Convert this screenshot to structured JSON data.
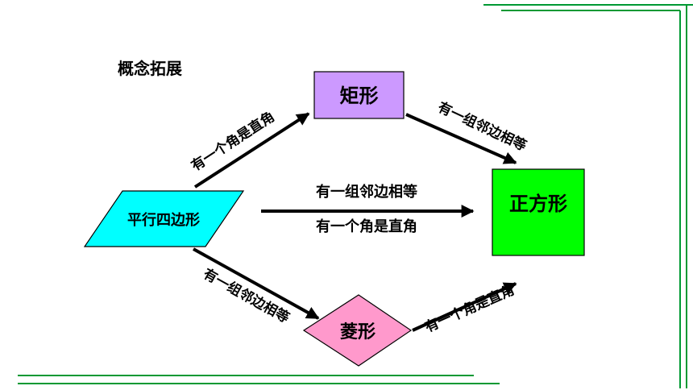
{
  "title": "概念拓展",
  "shapes": {
    "parallelogram": "平行四边形",
    "rectangle": "矩形",
    "rhombus": "菱形",
    "square": "正方形"
  },
  "conditions": {
    "right_angle": "有一个角是直角",
    "adjacent_equal": "有一组邻边相等"
  },
  "colors": {
    "parallelogram_fill": "#00ffff",
    "rectangle_fill": "#cc99ff",
    "rhombus_fill": "#ff99cc",
    "square_fill": "#00ff00",
    "border_lines": "#009933",
    "arrow": "#000000"
  }
}
